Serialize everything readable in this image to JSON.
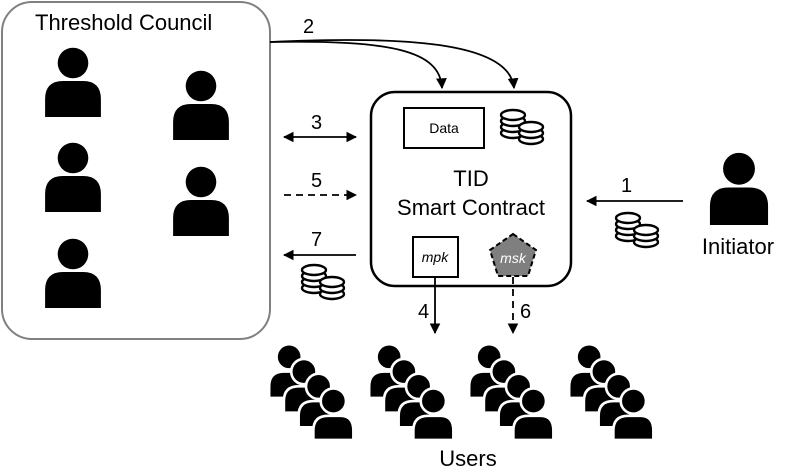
{
  "council": {
    "title": "Threshold Council"
  },
  "contract": {
    "line1": "TID",
    "line2": "Smart Contract",
    "data_label": "Data",
    "mpk_label": "mpk",
    "msk_label": "msk"
  },
  "initiator": {
    "label": "Initiator"
  },
  "users": {
    "label": "Users"
  },
  "steps": [
    "1",
    "2",
    "3",
    "4",
    "5",
    "6",
    "7"
  ],
  "colors": {
    "stroke": "#000000",
    "council_border": "#808080",
    "msk_fill": "#7f7f7f",
    "msk_text": "#ffffff"
  }
}
